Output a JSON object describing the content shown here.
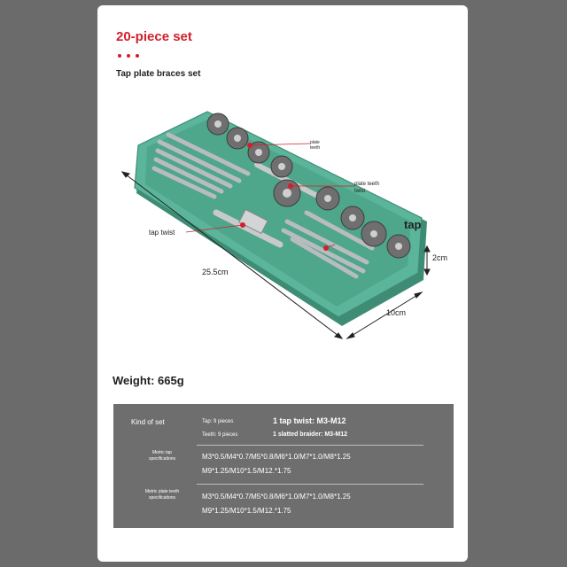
{
  "header": {
    "title": "20-piece set",
    "subtitle": "Tap plate braces set"
  },
  "diagram": {
    "callouts": {
      "plate_teeth_top": "plate\nteeth",
      "plate_teeth_twist": "plate teeth\ntwist",
      "tap_twist": "tap twist",
      "tap": "tap"
    },
    "dimensions": {
      "length": "25.5cm",
      "width": "10cm",
      "height": "2cm"
    }
  },
  "weight_label": "Weight: 665g",
  "spec": {
    "kind_label": "Kind of set",
    "tap_count": "Tap: 9 pieces",
    "teeth_count": "Teeth: 9 pieces",
    "tap_twist": "1 tap twist: M3-M12",
    "braider": "1 slatted braider: M3-M12",
    "metric_tap_label": "Metric tap\nspecifications",
    "metric_tap_line1": "M3*0.5/M4*0.7/M5*0.8/M6*1.0/M7*1.0/M8*1.25",
    "metric_tap_line2": "M9*1.25/M10*1.5/M12.*1.75",
    "metric_plate_label": "Metric plate teeth\nspecifications",
    "metric_plate_line1": "M3*0.5/M4*0.7/M5*0.8/M6*1.0/M7*1.0/M8*1.25",
    "metric_plate_line2": "M9*1.25/M10*1.5/M12.*1.75"
  },
  "colors": {
    "accent_red": "#d21f2b",
    "tray_green": "#5ab59a",
    "spec_bg": "#6e6e6e",
    "outer_bg": "#6b6b6b"
  },
  "icons": [
    "dots-decoration",
    "dimension-arrow-icon",
    "callout-marker-icon"
  ]
}
